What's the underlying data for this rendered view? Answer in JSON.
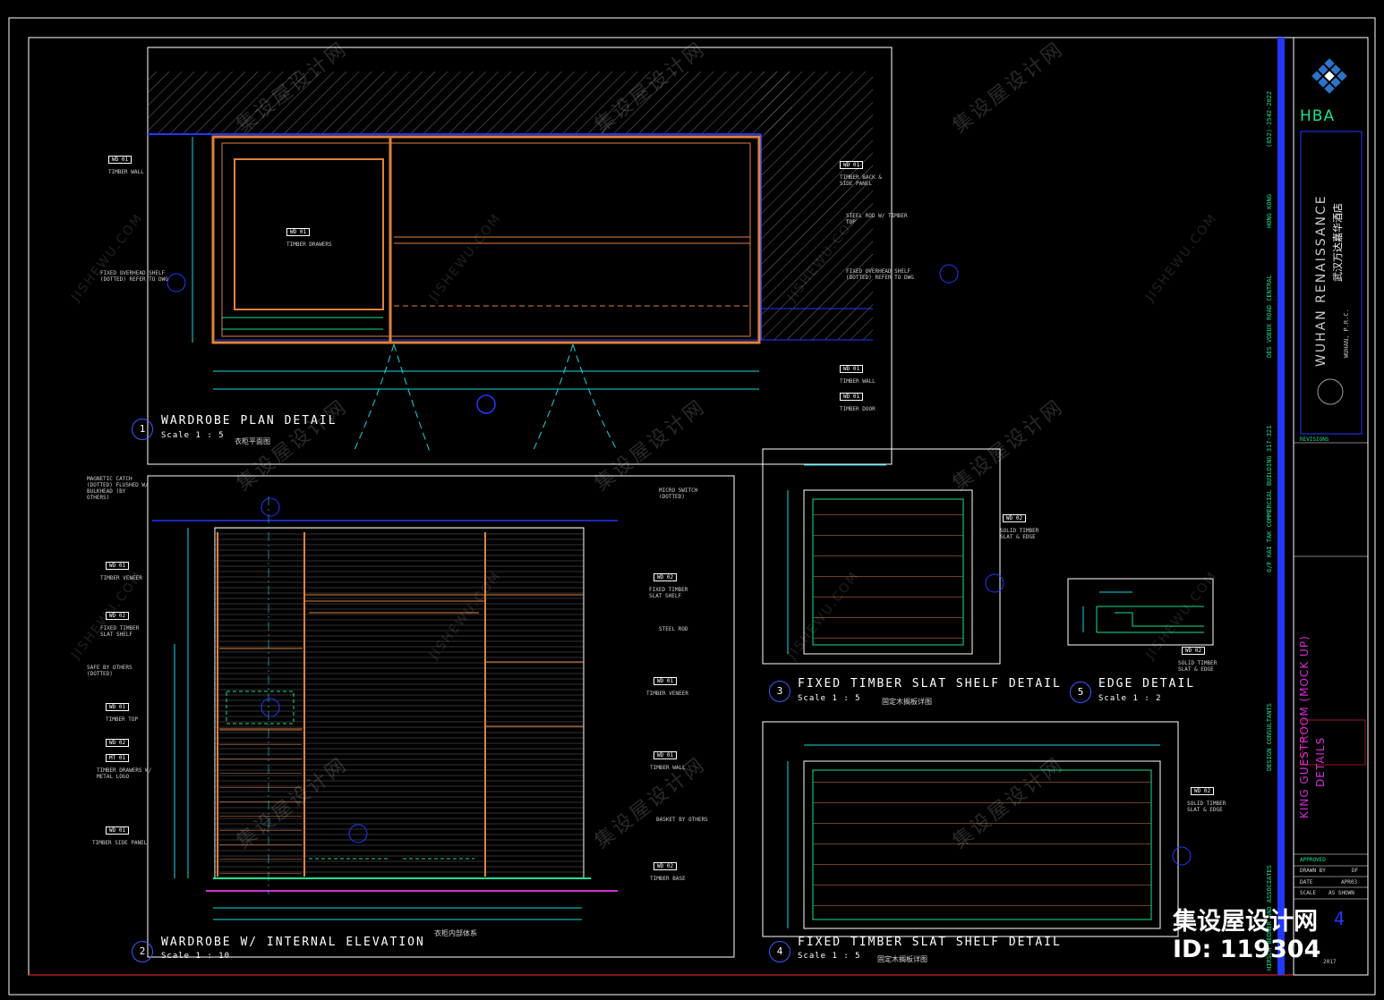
{
  "details": [
    {
      "num": "1",
      "title": "WARDROBE PLAN DETAIL",
      "scale": "Scale 1 : 5",
      "cn": "衣柜平面图"
    },
    {
      "num": "2",
      "title": "WARDROBE W/ INTERNAL ELEVATION",
      "scale": "Scale 1 : 10",
      "cn": "衣柜内部体系"
    },
    {
      "num": "3",
      "title": "FIXED TIMBER SLAT SHELF DETAIL",
      "scale": "Scale 1 : 5",
      "cn": "固定木搁板详图"
    },
    {
      "num": "4",
      "title": "FIXED TIMBER SLAT SHELF DETAIL",
      "scale": "Scale 1 : 5",
      "cn": "固定木搁板详图"
    },
    {
      "num": "5",
      "title": "EDGE DETAIL",
      "scale": "Scale 1 : 2",
      "cn": ""
    }
  ],
  "plan_labels": {
    "timber_wall_tag": "WD 01",
    "timber_wall": "TIMBER WALL",
    "drawers_tag": "WD 01",
    "drawers": "TIMBER DRAWERS",
    "fixed_overhead": "FIXED OVERHEAD SHELF (DOTTED) REFER TO DWG",
    "back_tag": "WD 01",
    "back": "TIMBER BACK & SIDE PANEL",
    "steel_rod": "STEEL ROD W/ TIMBER TOP",
    "fixed_overhead2": "FIXED OVERHEAD SHELF (DOTTED) REFER TO DWG",
    "wall_tag": "WD 01",
    "wall": "TIMBER WALL",
    "door_tag": "WD 01",
    "door": "TIMBER DOOR"
  },
  "elev_labels": {
    "veneer_tag": "WD 01",
    "veneer": "TIMBER VENEER",
    "slat_tag": "WD 02",
    "slat": "FIXED TIMBER SLAT SHELF",
    "safe": "SAFE BY OTHERS (DOTTED)",
    "top_tag": "WD 01",
    "top": "TIMBER TOP",
    "drawers_tag": "WD 02",
    "drawers_tag2": "MT 01",
    "drawers": "TIMBER DRAWERS W/ METAL LOGO",
    "side_tag": "WD 01",
    "side": "TIMBER SIDE PANEL",
    "fixed_slat_tag": "WD 02",
    "fixed_slat": "FIXED TIMBER SLAT SHELF",
    "rod": "STEEL ROD",
    "veneer2_tag": "WD 01",
    "veneer2": "TIMBER VENEER",
    "wall_tag": "WD 01",
    "wall": "TIMBER WALL",
    "basket": "BASKET BY OTHERS",
    "base_tag": "WD 02",
    "base": "TIMBER BASE",
    "magnetic": "MAGNETIC CATCH (DOTTED) FLUSHED W/ BULKHEAD (BY OTHERS)",
    "micro_switch": "MICRO SWITCH (DOTTED)"
  },
  "slat_labels": {
    "edge_tag": "WD 02",
    "edge": "SOLID TIMBER SLAT & EDGE",
    "edge_tag2": "WD 02",
    "edge2": "SOLID TIMBER SLAT & EDGE",
    "edge_tag3": "WD 02",
    "edge3": "SOLID TIMBER SLAT & EDGE"
  },
  "title_block": {
    "logo": "HBA",
    "project": "WUHAN RENAISSANCE",
    "project_cn": "武汉万达嘉华酒店",
    "location": "WUHAN, P.R.C.",
    "drawing": "KING GUESTROOM (MOCK UP)",
    "drawing_sub": "DETAILS",
    "phone": "(852)-2542-2022",
    "city": "HONG KONG",
    "address": "DES VOEUX ROAD CENTRAL",
    "building": "6/F KAI TAK COMMERCIAL BUILDING 317-321",
    "consultants": "DESIGN CONSULTANTS",
    "firm": "HIRSCH BEDNER AND ASSOCIATES",
    "revisions": "REVISIONS",
    "approved": "APPROVED",
    "drawn_label": "DRAWN BY",
    "drawn": "DF",
    "date_label": "DATE",
    "date": "APR03",
    "scale_label": "SCALE",
    "scale": "AS SHOWN",
    "sheet": "4",
    "year": "2017"
  },
  "watermark": {
    "cn": "集设屋设计网",
    "en": "JISHEWU.COM"
  },
  "stamp": {
    "cn": "集设屋设计网",
    "id": "ID:  119304"
  },
  "colors": {
    "bg": "#000000",
    "frame": "#ffffff",
    "blue": "#2238ff",
    "orange": "#e0823a",
    "green": "#19e08e",
    "cyan": "#18d7e6",
    "red": "#ff2a2a",
    "magenta": "#d62cd6"
  }
}
